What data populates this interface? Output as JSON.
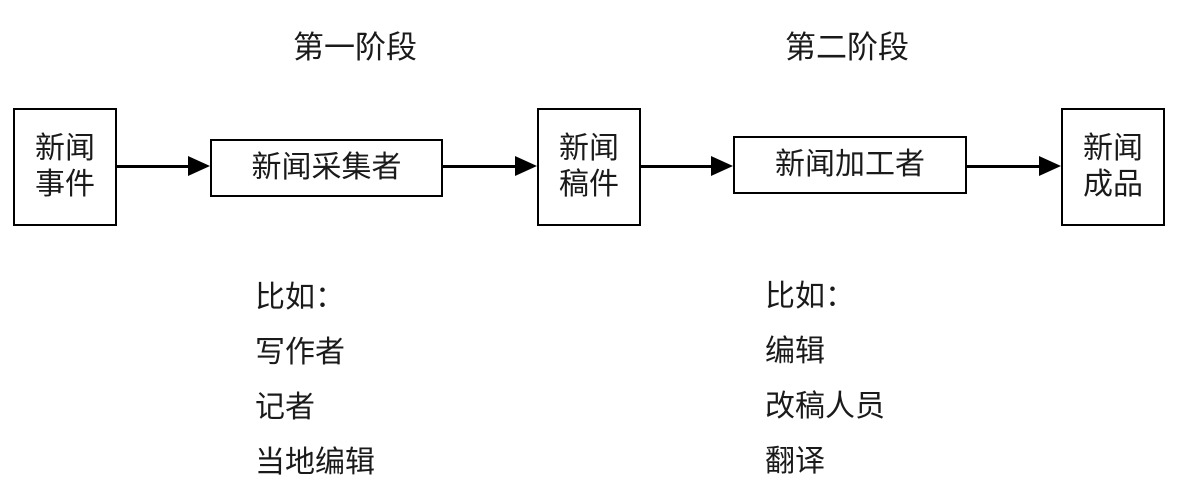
{
  "page": {
    "background_color": "#ffffff",
    "text_color": "#1a1a1a",
    "line_color": "#000000"
  },
  "stages": [
    {
      "label": "第一阶段"
    },
    {
      "label": "第二阶段"
    }
  ],
  "nodes": [
    {
      "name": "news-event",
      "line1": "新闻",
      "line2": "事件"
    },
    {
      "name": "news-collector",
      "label": "新闻采集者"
    },
    {
      "name": "news-manuscript",
      "line1": "新闻",
      "line2": "稿件"
    },
    {
      "name": "news-processor",
      "label": "新闻加工者"
    },
    {
      "name": "news-product",
      "line1": "新闻",
      "line2": "成品"
    }
  ],
  "examples": [
    {
      "heading": "比如：",
      "items": [
        "写作者",
        "记者",
        "当地编辑"
      ]
    },
    {
      "heading": "比如：",
      "items": [
        "编辑",
        "改稿人员",
        "翻译"
      ]
    }
  ]
}
